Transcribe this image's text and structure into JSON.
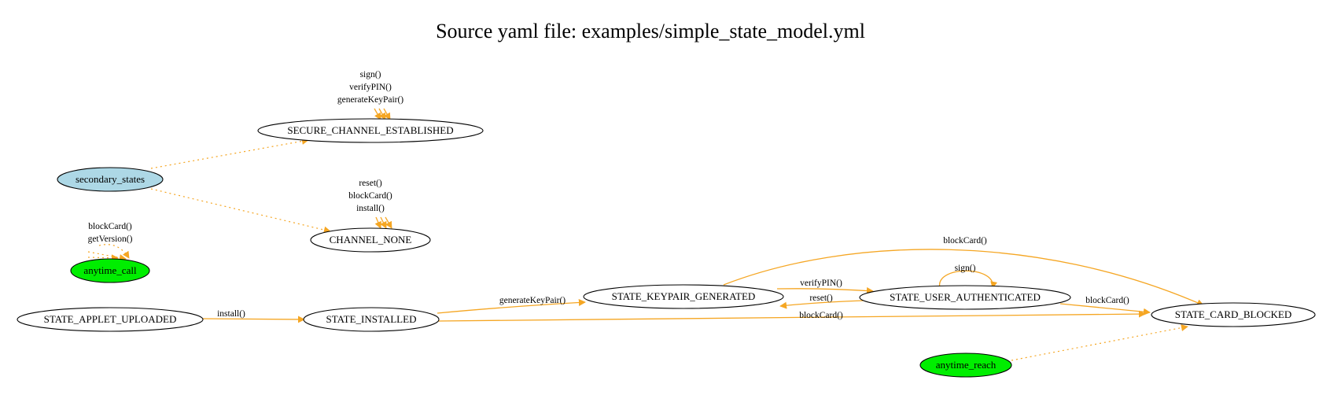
{
  "title": "Source yaml file: examples/simple_state_model.yml",
  "colors": {
    "edge": "#f5a623",
    "secondary_node": "#add8e6",
    "anytime_node": "#00ee00",
    "default_node": "#ffffff"
  },
  "nodes": {
    "secure_channel_established": "SECURE_CHANNEL_ESTABLISHED",
    "secondary_states": "secondary_states",
    "channel_none": "CHANNEL_NONE",
    "anytime_call": "anytime_call",
    "state_applet_uploaded": "STATE_APPLET_UPLOADED",
    "state_installed": "STATE_INSTALLED",
    "state_keypair_generated": "STATE_KEYPAIR_GENERATED",
    "state_user_authenticated": "STATE_USER_AUTHENTICATED",
    "state_card_blocked": "STATE_CARD_BLOCKED",
    "anytime_reach": "anytime_reach"
  },
  "edges": {
    "sce_sign": "sign()",
    "sce_verify": "verifyPIN()",
    "sce_genkey": "generateKeyPair()",
    "cn_reset": "reset()",
    "cn_block": "blockCard()",
    "cn_install": "install()",
    "ac_block": "blockCard()",
    "ac_getversion": "getVersion()",
    "upload_install": "install()",
    "installed_genkey": "generateKeyPair()",
    "installed_block": "blockCard()",
    "keypair_verify": "verifyPIN()",
    "auth_reset": "reset()",
    "auth_sign": "sign()",
    "keypair_block": "blockCard()",
    "auth_block": "blockCard()"
  }
}
